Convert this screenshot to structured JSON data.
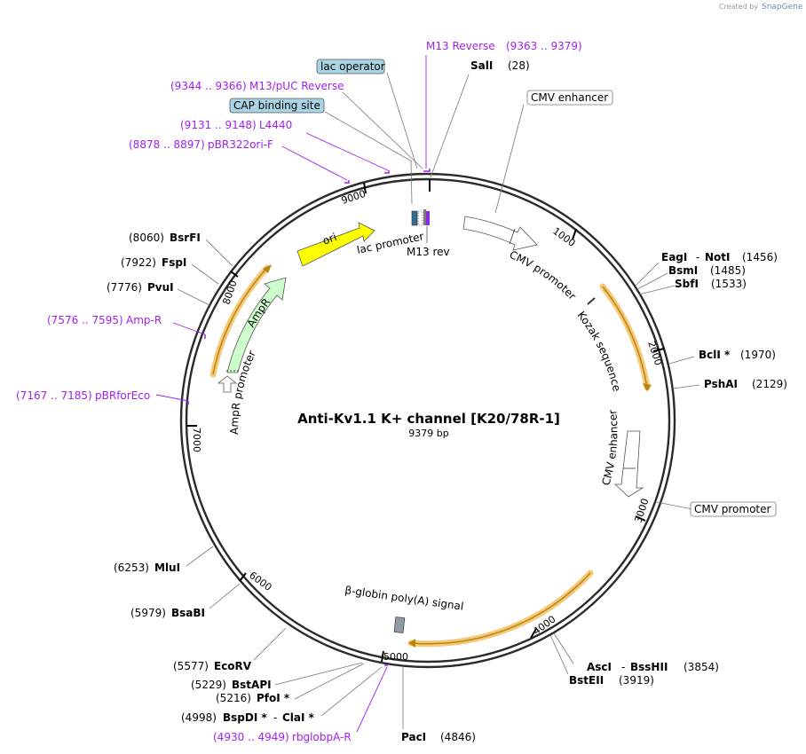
{
  "credit": {
    "prefix": "Created by",
    "brand": "SnapGene"
  },
  "plasmid": {
    "name": "Anti-Kv1.1 K+ channel [K20/78R-1]",
    "size_label": "9379 bp"
  },
  "ticks": [
    "1000",
    "2000",
    "3000",
    "4000",
    "5000",
    "6000",
    "7000",
    "8000",
    "9000"
  ],
  "enzymes": [
    {
      "name": "SalI",
      "pos": "(28)"
    },
    {
      "name": "EagI",
      "name2": "NotI",
      "pos": "(1456)"
    },
    {
      "name": "BsmI",
      "pos": "(1485)"
    },
    {
      "name": "SbfI",
      "pos": "(1533)"
    },
    {
      "name": "BclI *",
      "pos": "(1970)"
    },
    {
      "name": "PshAI",
      "pos": "(2129)"
    },
    {
      "name": "AscI",
      "name2": "BssHII",
      "pos": "(3854)"
    },
    {
      "name": "BstEII",
      "pos": "(3919)"
    },
    {
      "name": "PacI",
      "pos": "(4846)"
    },
    {
      "name": "BspDI *",
      "name2": "ClaI *",
      "pos": "(4998)"
    },
    {
      "name": "PfoI *",
      "pos": "(5216)"
    },
    {
      "name": "BstAPI",
      "pos": "(5229)"
    },
    {
      "name": "EcoRV",
      "pos": "(5577)"
    },
    {
      "name": "BsaBI",
      "pos": "(5979)"
    },
    {
      "name": "MluI",
      "pos": "(6253)"
    },
    {
      "name": "PvuI",
      "pos": "(7776)"
    },
    {
      "name": "FspI",
      "pos": "(7922)"
    },
    {
      "name": "BsrFI",
      "pos": "(8060)"
    }
  ],
  "primers": [
    {
      "name": "M13 Reverse",
      "range": "(9363 .. 9379)"
    },
    {
      "name": "M13/pUC Reverse",
      "range": "(9344 .. 9366)"
    },
    {
      "name": "L4440",
      "range": "(9131 .. 9148)"
    },
    {
      "name": "pBR322ori-F",
      "range": "(8878 .. 8897)"
    },
    {
      "name": "Amp-R",
      "range": "(7576 .. 7595)"
    },
    {
      "name": "pBRforEco",
      "range": "(7167 .. 7185)"
    },
    {
      "name": "rbglobpA-R",
      "range": "(4930 .. 4949)"
    }
  ],
  "boxed_labels": {
    "lac_operator": "lac operator",
    "cap_binding_site": "CAP binding site",
    "cmv_enhancer_out": "CMV enhancer",
    "cmv_promoter_out": "CMV promoter"
  },
  "feature_labels": {
    "ori": "ori",
    "lac_promoter": "lac promoter",
    "m13_rev": "M13 rev",
    "cmv_promoter": "CMV promoter",
    "kozak": "Kozak sequence",
    "cmv_enhancer": "CMV enhancer",
    "betaglobin": "β-globin poly(A) signal",
    "ampr": "AmpR",
    "ampr_promoter": "AmpR promoter"
  },
  "colors": {
    "backbone": "#2b2b2b",
    "primer": "#a020f0",
    "ori": "#ffff00",
    "ampr": "#ccffcc",
    "orf_highlight": "#f5c87a",
    "box_fill": "#a8d4e4",
    "polyA": "#8e9aa6"
  }
}
